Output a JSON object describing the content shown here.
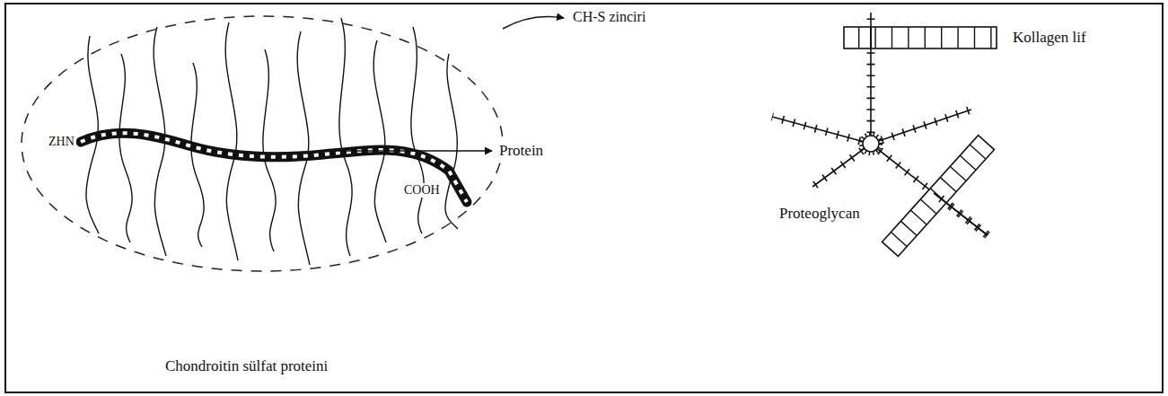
{
  "diagram": {
    "labels": [
      "CH-S zinciri",
      "ZHN",
      "Protein",
      "COOH",
      "Chondroitin sülfat proteini",
      "Kollagen lif",
      "Proteoglycan"
    ]
  }
}
